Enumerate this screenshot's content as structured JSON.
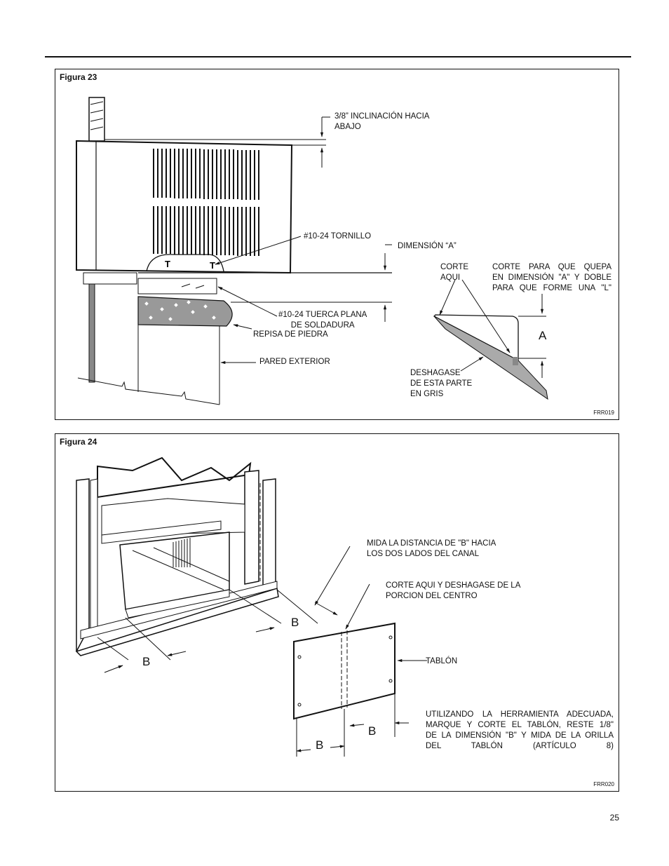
{
  "figure23": {
    "title": "Figura 23",
    "code": "FRR019",
    "labels": {
      "slope_line1": "3/8” INCLINACIÓN HACIA",
      "slope_line2": "ABAJO",
      "screw": "#10-24 TORNILLO",
      "dimension_a": "DIMENSIÓN “A”",
      "cut_here_line1": "CORTE",
      "cut_here_line2": "AQUI",
      "fold_line1": "CORTE PARA QUE QUEPA",
      "fold_line2": "EN DIMENSIÓN \"A\" Y DOBLE",
      "fold_line3": "PARA QUE FORME UNA \"L\"",
      "nut_line1": "#10-24 TUERCA PLANA",
      "nut_line2": "DE SOLDADURA",
      "stone_sill": "REPISA DE PIEDRA",
      "exterior_wall": "PARED EXTERIOR",
      "discard_line1": "DESHAGASE",
      "discard_line2": "DE ESTA PARTE",
      "discard_line3": "EN GRIS",
      "letter_a": "A"
    }
  },
  "figure24": {
    "title": "Figura 24",
    "code": "FRR020",
    "labels": {
      "measure_line1": "MIDA LA DISTANCIA DE \"B\" HACIA",
      "measure_line2": "LOS DOS LADOS DEL CANAL",
      "cut_center_line1": "CORTE AQUI Y DESHAGASE DE LA",
      "cut_center_line2": "PORCION DEL CENTRO",
      "board": "TABLÓN",
      "tool_line1": "UTILIZANDO LA HERRAMIENTA ADECUADA,",
      "tool_line2": "MARQUE Y CORTE EL TABLÓN, RESTE 1/8\"",
      "tool_line3": "DE LA DIMENSIÓN \"B\" Y MIDA DE LA ORILLA",
      "tool_line4": "DEL TABLÓN (ARTÍCULO 8)",
      "b_left": "B",
      "b_right": "B",
      "b_board_left": "B",
      "b_board_right": "B"
    }
  },
  "page_number": "25"
}
